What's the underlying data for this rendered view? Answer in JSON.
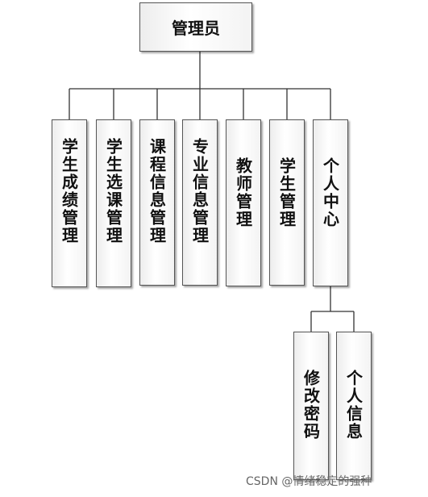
{
  "root": {
    "label": "管理员"
  },
  "modules": [
    {
      "label": "学生成绩管理"
    },
    {
      "label": "学生选课管理"
    },
    {
      "label": "课程信息管理"
    },
    {
      "label": "专业信息管理"
    },
    {
      "label": "教师管理"
    },
    {
      "label": "学生管理"
    },
    {
      "label": "个人中心"
    }
  ],
  "personal_center_children": [
    {
      "label": "修改密码"
    },
    {
      "label": "个人信息"
    }
  ],
  "watermark": "CSDN @情绪稳定的强种"
}
